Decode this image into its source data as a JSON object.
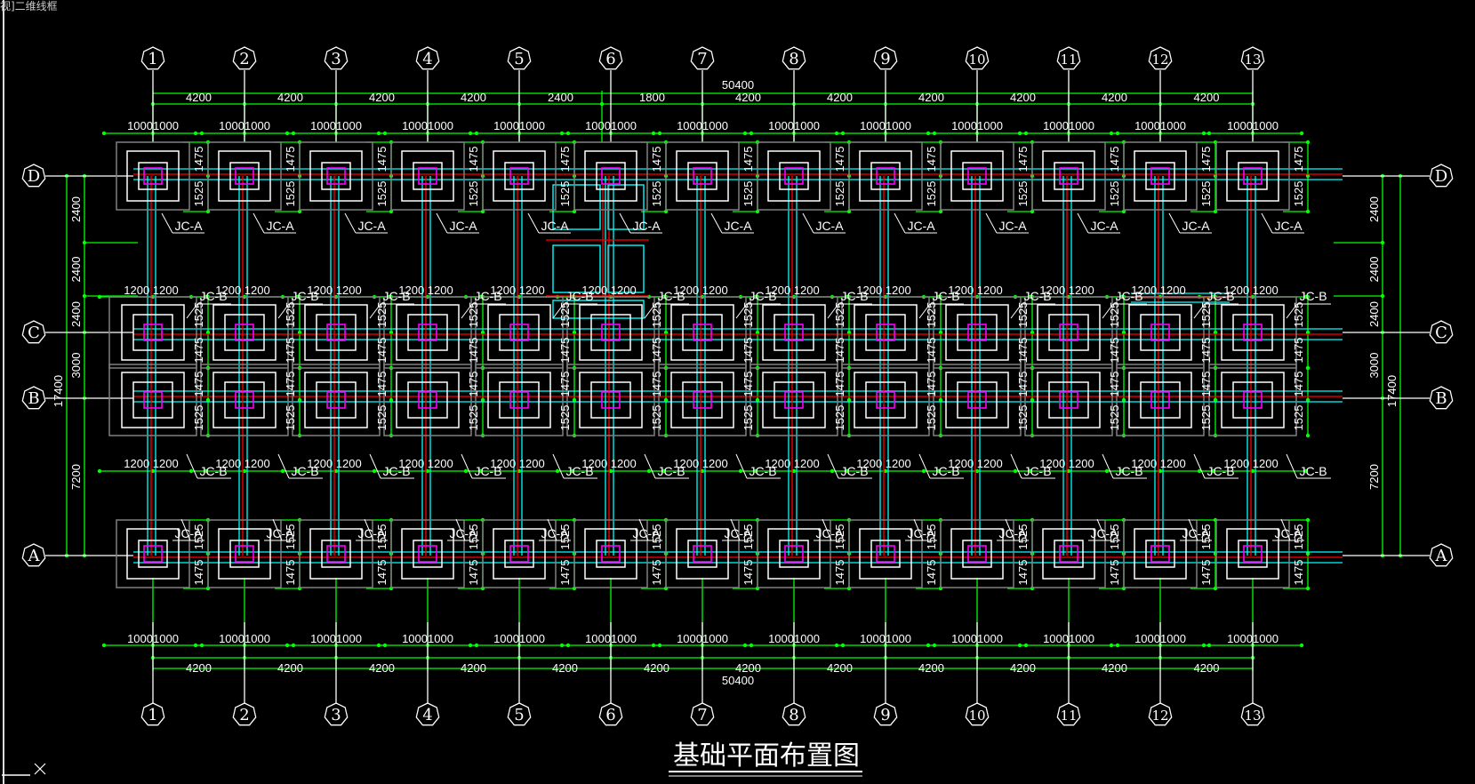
{
  "viewport_label": "视]二维线框",
  "drawing_title": "基础平面布置图",
  "colors": {
    "background": "#000000",
    "dimension": "#00ff00",
    "axis_line": "#ffffff",
    "footing_outer": "#808080",
    "footing_inner": "#ffffff",
    "beam_edge": "#00ffff",
    "beam_center": "#ff0000",
    "column": "#ff00ff",
    "text": "#ffffff"
  },
  "axes": {
    "columns": [
      "1",
      "2",
      "3",
      "4",
      "5",
      "6",
      "7",
      "8",
      "9",
      "10",
      "11",
      "12",
      "13"
    ],
    "rows": [
      "D",
      "C",
      "B",
      "A"
    ]
  },
  "dimensions": {
    "top_total": "50400",
    "bottom_total": "50400",
    "top_spans": [
      "4200",
      "4200",
      "4200",
      "4200",
      "2400",
      "1800",
      "4200",
      "4200",
      "4200",
      "4200",
      "4200",
      "4200"
    ],
    "bottom_spans": [
      "4200",
      "4200",
      "4200",
      "4200",
      "4200",
      "4200",
      "4200",
      "4200",
      "4200",
      "4200",
      "4200",
      "4200"
    ],
    "left_total": "17400",
    "right_total": "17400",
    "left_spans": [
      "2400",
      "2400",
      "2400",
      "3000",
      "7200"
    ],
    "right_spans": [
      "2400",
      "2400",
      "2400",
      "3000",
      "7200"
    ],
    "footing_A_width": [
      "1000",
      "1000"
    ],
    "footing_B_width": [
      "1200",
      "1200"
    ],
    "footing_D_depth": [
      "1475",
      "1525"
    ],
    "footing_C_depth": [
      "1525",
      "1475"
    ],
    "footing_B_depth": [
      "1475",
      "1525"
    ],
    "footing_A_depth": [
      "1525",
      "1475"
    ]
  },
  "footing_labels": {
    "type_a": "JC-A",
    "type_b": "JC-B"
  }
}
